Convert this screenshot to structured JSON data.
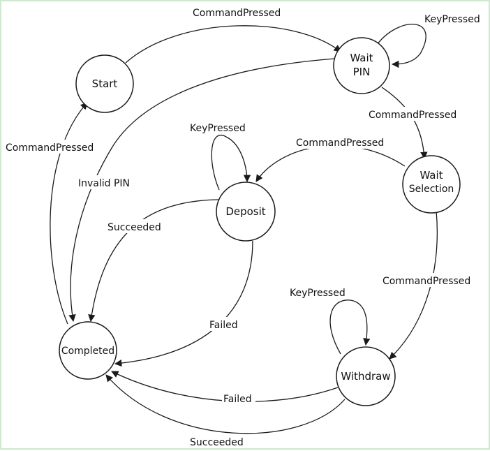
{
  "diagram": {
    "states": {
      "start": "Start",
      "wait_pin_line1": "Wait",
      "wait_pin_line2": "PIN",
      "wait_selection_line1": "Wait",
      "wait_selection_line2": "Selection",
      "deposit": "Deposit",
      "withdraw": "Withdraw",
      "completed": "Completed"
    },
    "transitions": {
      "start_to_wait_pin": "CommandPressed",
      "wait_pin_self": "KeyPressed",
      "wait_pin_to_wait_selection": "CommandPressed",
      "wait_selection_to_deposit": "CommandPressed",
      "deposit_self": "KeyPressed",
      "invalid_pin": "Invalid PIN",
      "completed_to_start": "CommandPressed",
      "deposit_succeeded": "Succeeded",
      "deposit_failed": "Failed",
      "wait_selection_to_withdraw": "CommandPressed",
      "withdraw_self": "KeyPressed",
      "withdraw_failed": "Failed",
      "withdraw_succeeded": "Succeeded"
    }
  }
}
